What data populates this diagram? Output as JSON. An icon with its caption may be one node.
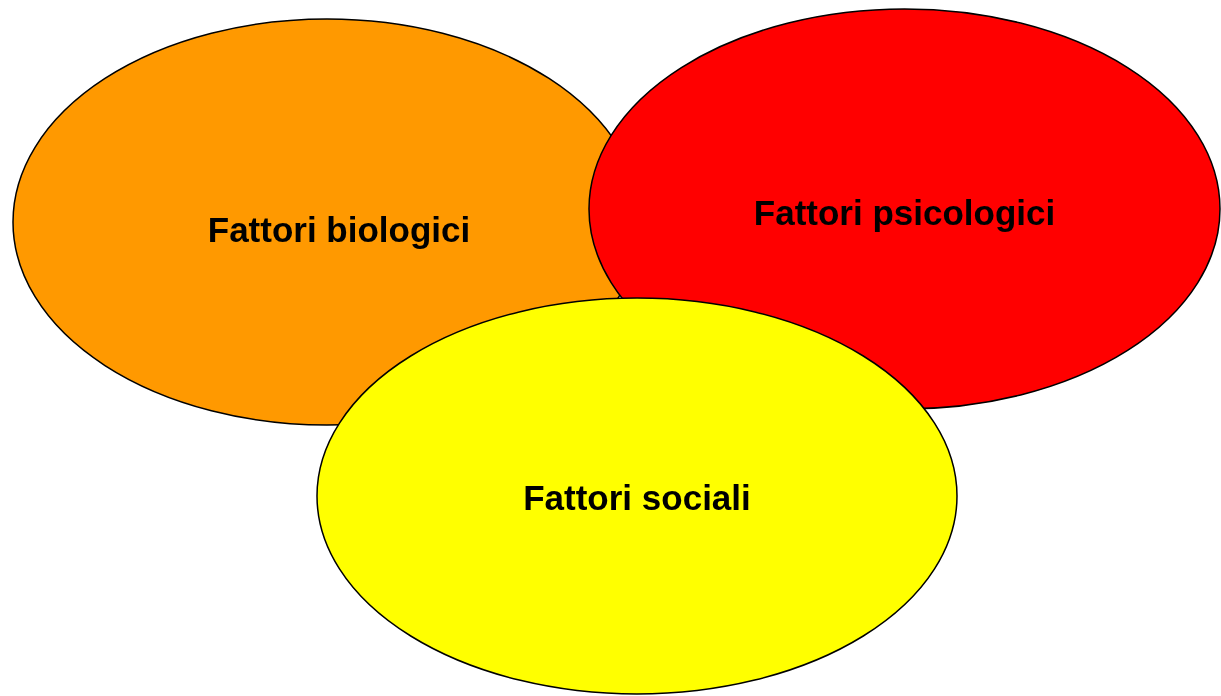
{
  "diagram": {
    "nodes": [
      {
        "text": [
          "Fattori biologici"
        ]
      },
      {
        "text": [
          "Fattori psicologici"
        ]
      },
      {
        "text": [
          "Fattori sociali"
        ]
      }
    ]
  }
}
